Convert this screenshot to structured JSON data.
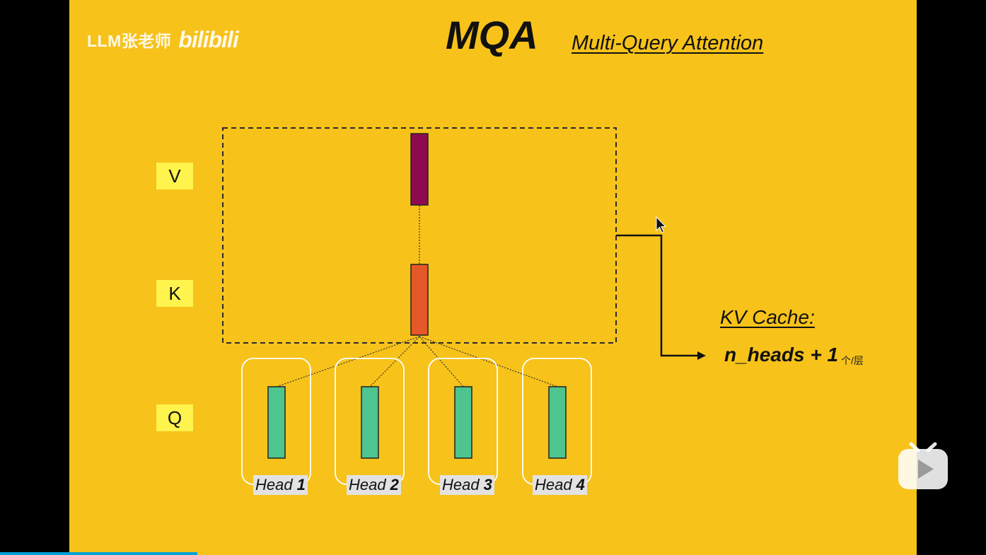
{
  "watermark": {
    "channel": "LLM张老师",
    "brand": "bilibili"
  },
  "title": "MQA",
  "subtitle": "Multi-Query Attention",
  "row_labels": {
    "v": "V",
    "k": "K",
    "q": "Q"
  },
  "kv_cache": {
    "title": "KV Cache:",
    "formula": "n_heads + 1",
    "unit": "个/层"
  },
  "heads": [
    {
      "prefix": "Head",
      "number": "1"
    },
    {
      "prefix": "Head",
      "number": "2"
    },
    {
      "prefix": "Head",
      "number": "3"
    },
    {
      "prefix": "Head",
      "number": "4"
    }
  ],
  "colors": {
    "background": "#F7C21A",
    "value_block": "#8E0A4F",
    "key_block": "#E5582A",
    "query_block": "#4EC48E",
    "label_bg": "#FFF34D",
    "head_label_bg": "#E2E2E2",
    "progress": "#00A1D6"
  },
  "icons": {
    "player_overlay": "bilibili-tv-play-icon",
    "cursor": "mouse-pointer-icon"
  },
  "video_progress": 0.2
}
